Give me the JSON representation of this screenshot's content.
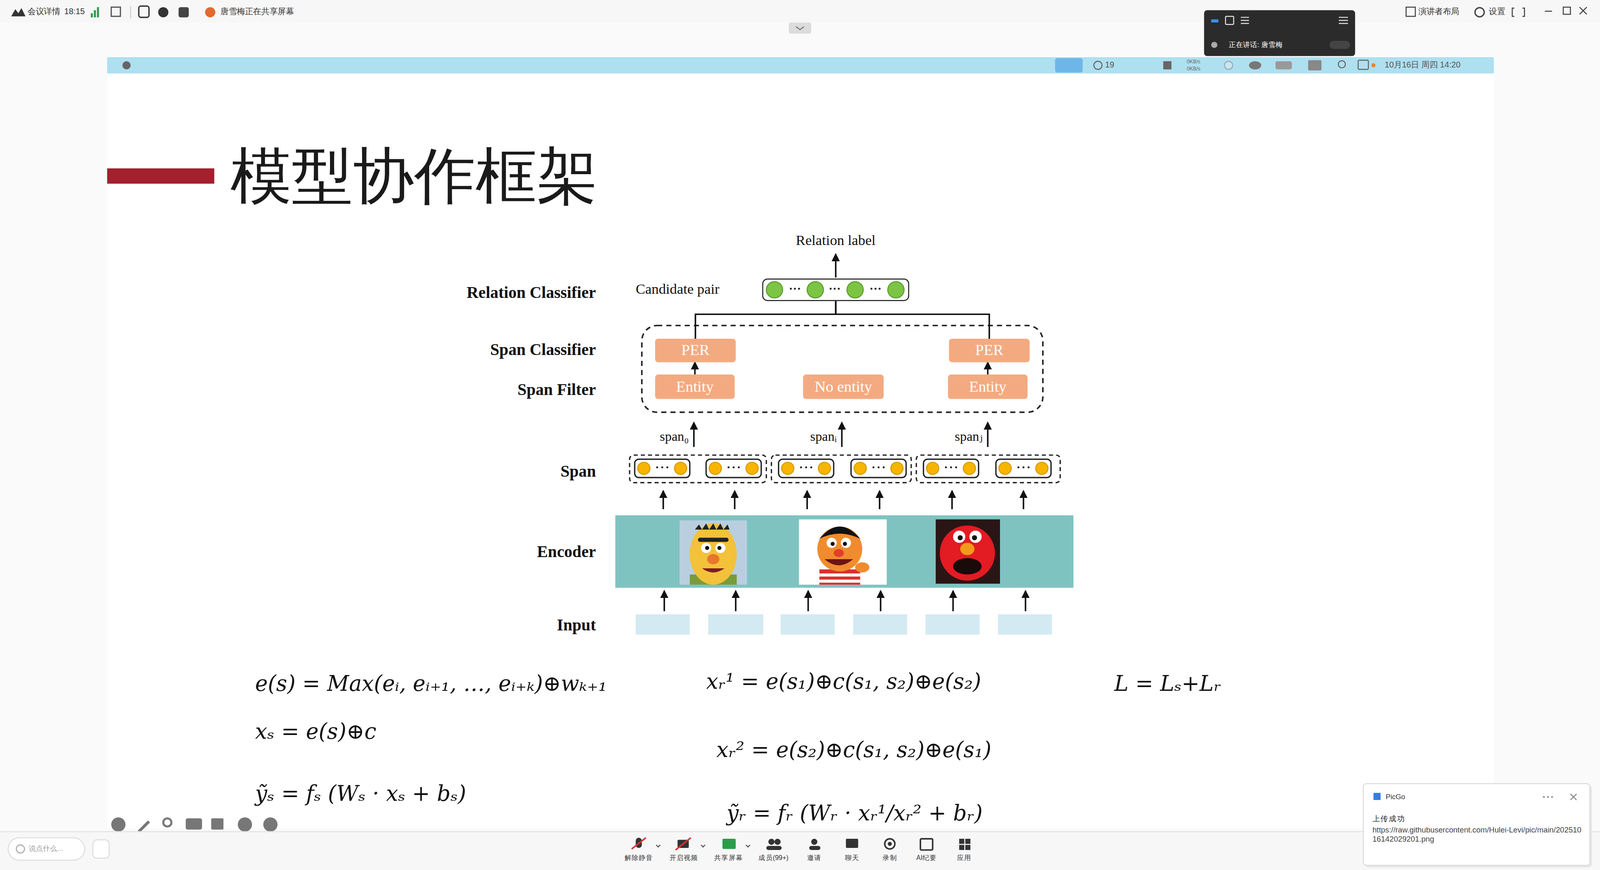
{
  "diagram": {
    "title": "模型协作框架",
    "nodes": [
      {
        "text": [
          "Candidate pair"
        ]
      },
      {
        "text": [
          "PER"
        ]
      },
      {
        "text": [
          "PER"
        ]
      },
      {
        "text": [
          "Entity"
        ]
      },
      {
        "text": [
          "No entity"
        ]
      },
      {
        "text": [
          "Entity"
        ]
      }
    ],
    "edges": [
      {
        "from": 3,
        "to": 1,
        "arrow": "to"
      },
      {
        "from": 5,
        "to": 2,
        "arrow": "to"
      },
      {
        "from": 1,
        "to": 0,
        "arrow": "none"
      },
      {
        "from": 2,
        "to": 0,
        "arrow": "none"
      }
    ],
    "labels": [
      "会议详情",
      "18:15",
      "唐雪梅正在共享屏幕",
      "正在讲话: 唐雪梅",
      "演讲者布局",
      "设置",
      "19",
      "0KB/s",
      "0KB/s",
      "10月16日 周四 14:20",
      "Relation label",
      "Relation Classifier",
      "Span Classifier",
      "Span Filter",
      "span₀",
      "spanᵢ",
      "spanⱼ",
      "Span",
      "Encoder",
      "Input",
      "e(s) = Max(eᵢ, eᵢ₊₁, …, eᵢ₊ₖ)⊕wₖ₊₁",
      "xₛ = e(s)⊕c",
      "ỹₛ = fₛ (Wₛ · xₛ + bₛ)",
      "xᵣ¹ = e(s₁)⊕c(s₁, s₂)⊕e(s₂)",
      "xᵣ² = e(s₂)⊕c(s₁, s₂)⊕e(s₁)",
      "ỹᵣ = fᵣ (Wᵣ · xᵣ¹/xᵣ² + bᵣ)",
      "L = Lₛ+Lᵣ",
      "说点什么...",
      "解除静音",
      "开启视频",
      "共享屏幕",
      "成员(99+)",
      "邀请",
      "聊天",
      "录制",
      "AI纪要",
      "应用",
      "PicGo",
      "上传成功",
      "https://raw.githubusercontent.com/Hulei-Levi/pic/main/20251016142029201.png"
    ]
  }
}
